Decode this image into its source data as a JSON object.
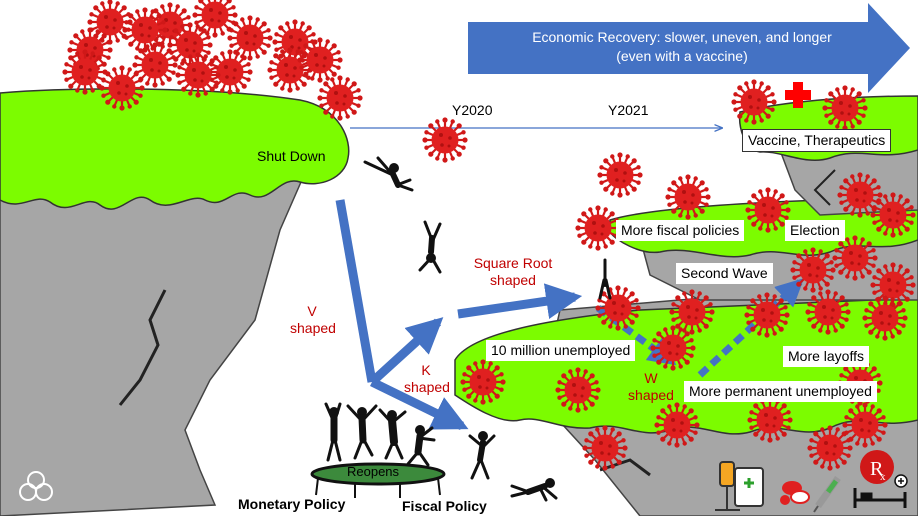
{
  "banner": {
    "line1": "Economic Recovery: slower, uneven, and longer",
    "line2": "(even with a vaccine)"
  },
  "years": {
    "y1": "Y2020",
    "y2": "Y2021"
  },
  "labels": {
    "shutdown": "Shut Down",
    "v_line1": "V",
    "v_line2": "shaped",
    "k_line1": "K",
    "k_line2": "shaped",
    "sqrt_line1": "Square Root",
    "sqrt_line2": "shaped",
    "w_line1": "W",
    "w_line2": "shaped",
    "reopens": "Reopens",
    "monetary": "Monetary Policy",
    "fiscal": "Fiscal Policy",
    "vaccine": "Vaccine, Therapeutics",
    "more_fiscal": "More fiscal policies",
    "election": "Election",
    "second_wave": "Second Wave",
    "unemployed": "10 million unemployed",
    "layoffs": "More layoffs",
    "permanent": "More permanent unemployed",
    "rx": "R"
  },
  "colors": {
    "arrow": "#4472c4",
    "grass": "#7cfc00",
    "rock": "#a6a6a6",
    "virus": "#e02020",
    "text_red": "#c00000"
  },
  "icons": [
    "virus-icon",
    "falling-person-icon",
    "jumping-person-icon",
    "trampoline-icon",
    "iv-drip-icon",
    "first-aid-kit-icon",
    "pills-icon",
    "syringe-icon",
    "rx-icon",
    "hospital-bed-icon",
    "red-cross-icon",
    "logo-icon"
  ]
}
